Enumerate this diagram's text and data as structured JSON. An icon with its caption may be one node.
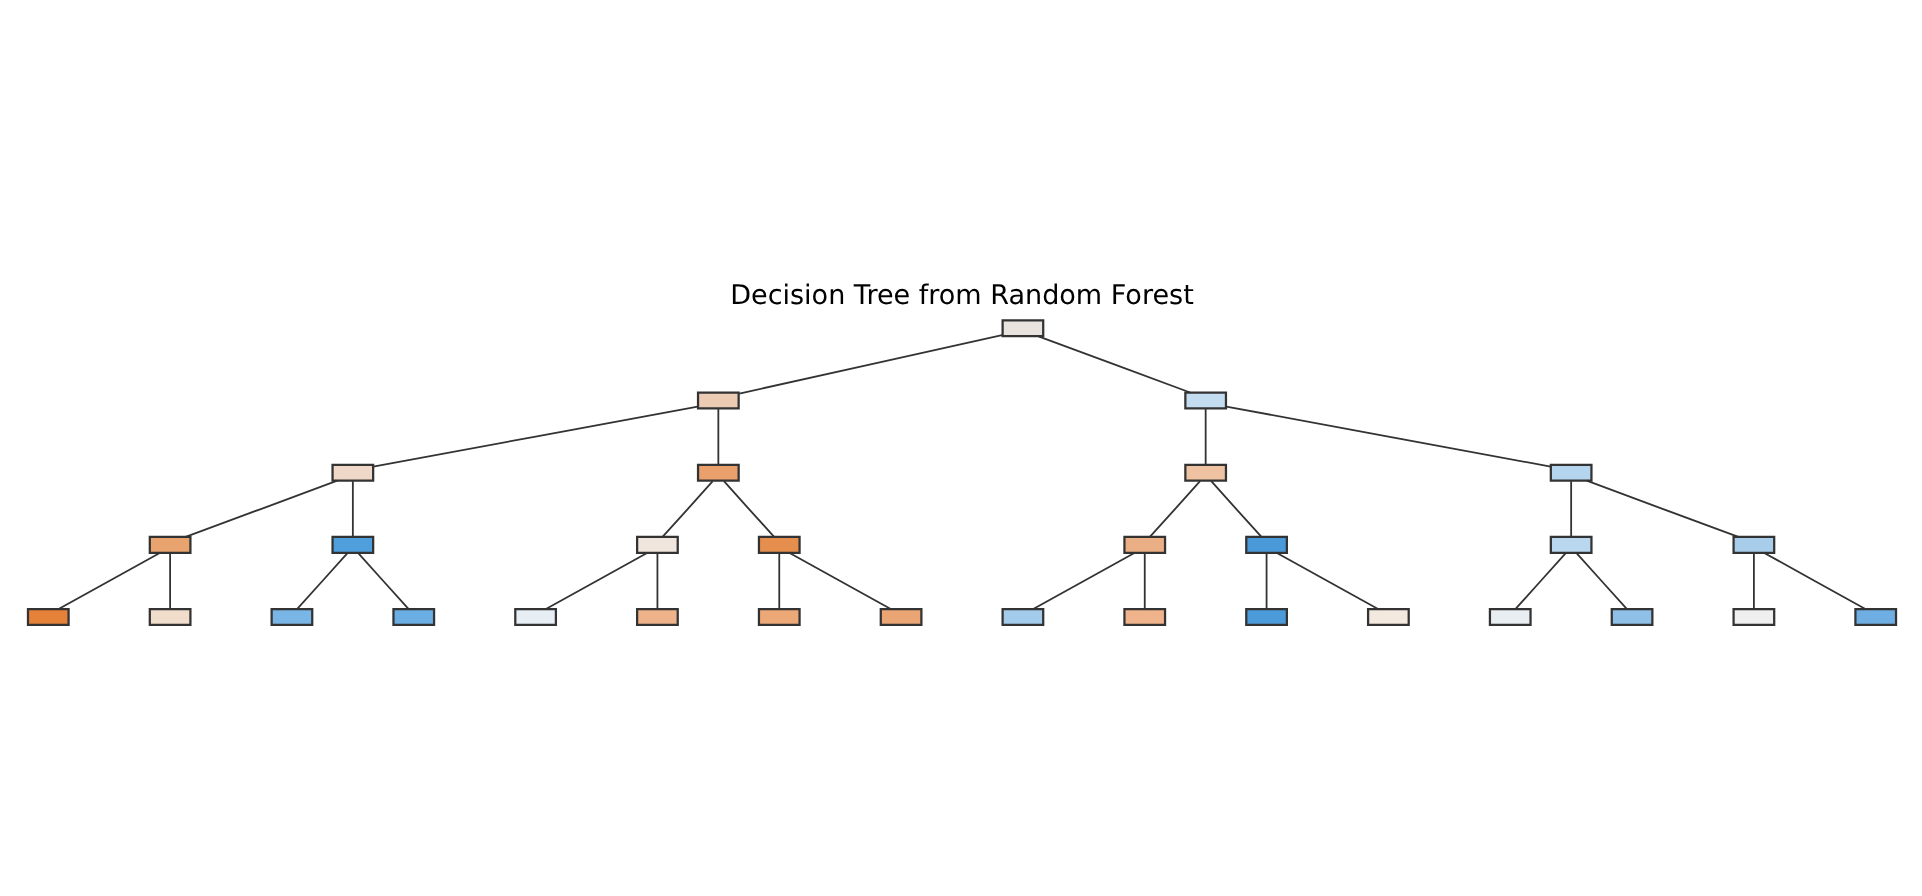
{
  "diagram": {
    "title": "Decision Tree from Random Forest",
    "nodes": [
      {
        "text": [],
        "shape": "box"
      },
      {
        "text": [],
        "shape": "box"
      },
      {
        "text": [],
        "shape": "box"
      },
      {
        "text": [],
        "shape": "box"
      },
      {
        "text": [],
        "shape": "box"
      },
      {
        "text": [],
        "shape": "box"
      },
      {
        "text": [],
        "shape": "box"
      },
      {
        "text": [],
        "shape": "box"
      },
      {
        "text": [],
        "shape": "box"
      },
      {
        "text": [],
        "shape": "box"
      },
      {
        "text": [],
        "shape": "box"
      },
      {
        "text": [],
        "shape": "box"
      },
      {
        "text": [],
        "shape": "box"
      },
      {
        "text": [],
        "shape": "box"
      },
      {
        "text": [],
        "shape": "box"
      },
      {
        "text": [],
        "shape": "box"
      },
      {
        "text": [],
        "shape": "box"
      },
      {
        "text": [],
        "shape": "box"
      },
      {
        "text": [],
        "shape": "box"
      },
      {
        "text": [],
        "shape": "box"
      },
      {
        "text": [],
        "shape": "box"
      },
      {
        "text": [],
        "shape": "box"
      },
      {
        "text": [],
        "shape": "box"
      },
      {
        "text": [],
        "shape": "box"
      },
      {
        "text": [],
        "shape": "box"
      },
      {
        "text": [],
        "shape": "box"
      },
      {
        "text": [],
        "shape": "box"
      },
      {
        "text": [],
        "shape": "box"
      },
      {
        "text": [],
        "shape": "box"
      },
      {
        "text": [],
        "shape": "box"
      },
      {
        "text": [],
        "shape": "box"
      }
    ],
    "edges": [
      {
        "from": 0,
        "to": 1,
        "arrow": "none"
      },
      {
        "from": 0,
        "to": 2,
        "arrow": "none"
      },
      {
        "from": 1,
        "to": 3,
        "arrow": "none"
      },
      {
        "from": 1,
        "to": 4,
        "arrow": "none"
      },
      {
        "from": 2,
        "to": 5,
        "arrow": "none"
      },
      {
        "from": 2,
        "to": 6,
        "arrow": "none"
      },
      {
        "from": 3,
        "to": 7,
        "arrow": "none"
      },
      {
        "from": 3,
        "to": 8,
        "arrow": "none"
      },
      {
        "from": 4,
        "to": 9,
        "arrow": "none"
      },
      {
        "from": 4,
        "to": 10,
        "arrow": "none"
      },
      {
        "from": 5,
        "to": 11,
        "arrow": "none"
      },
      {
        "from": 5,
        "to": 12,
        "arrow": "none"
      },
      {
        "from": 6,
        "to": 13,
        "arrow": "none"
      },
      {
        "from": 6,
        "to": 14,
        "arrow": "none"
      },
      {
        "from": 7,
        "to": 15,
        "arrow": "none"
      },
      {
        "from": 7,
        "to": 16,
        "arrow": "none"
      },
      {
        "from": 8,
        "to": 17,
        "arrow": "none"
      },
      {
        "from": 8,
        "to": 18,
        "arrow": "none"
      },
      {
        "from": 9,
        "to": 19,
        "arrow": "none"
      },
      {
        "from": 9,
        "to": 20,
        "arrow": "none"
      },
      {
        "from": 10,
        "to": 21,
        "arrow": "none"
      },
      {
        "from": 10,
        "to": 22,
        "arrow": "none"
      },
      {
        "from": 11,
        "to": 23,
        "arrow": "none"
      },
      {
        "from": 11,
        "to": 24,
        "arrow": "none"
      },
      {
        "from": 12,
        "to": 25,
        "arrow": "none"
      },
      {
        "from": 12,
        "to": 26,
        "arrow": "none"
      },
      {
        "from": 13,
        "to": 27,
        "arrow": "none"
      },
      {
        "from": 13,
        "to": 28,
        "arrow": "none"
      },
      {
        "from": 14,
        "to": 29,
        "arrow": "none"
      },
      {
        "from": 14,
        "to": 30,
        "arrow": "none"
      }
    ]
  }
}
